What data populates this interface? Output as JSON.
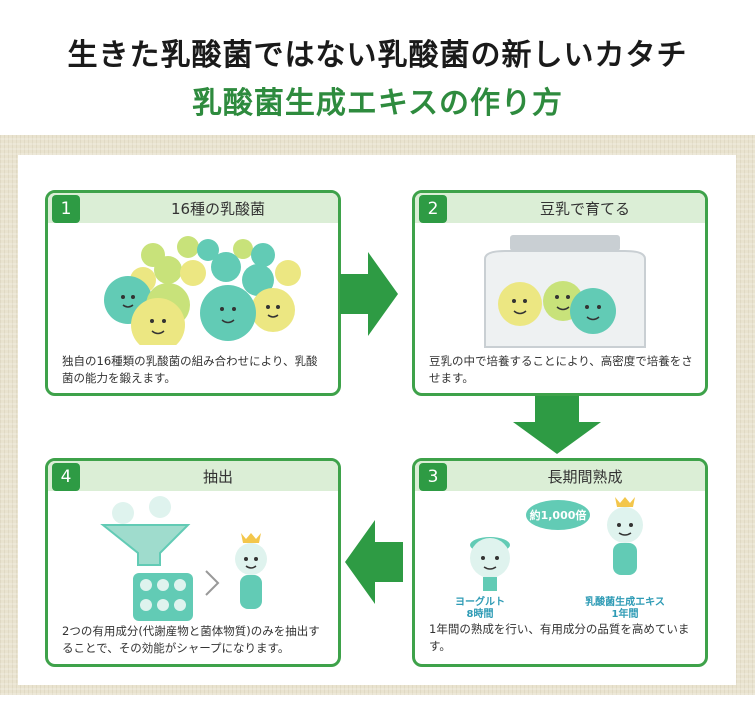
{
  "header": {
    "line1": "生きた乳酸菌ではない乳酸菌の新しいカタチ",
    "line2": "乳酸菌生成エキスの作り方"
  },
  "steps": [
    {
      "num": "1",
      "title": "16種の乳酸菌",
      "desc": "独自の16種類の乳酸菌の組み合わせにより、乳酸菌の能力を鍛えます。"
    },
    {
      "num": "2",
      "title": "豆乳で育てる",
      "desc": "豆乳の中で培養することにより、高密度で培養をさせます。"
    },
    {
      "num": "3",
      "title": "長期間熟成",
      "desc": "1年間の熟成を行い、有用成分の品質を高めています。",
      "callout": "約1,000倍",
      "left_caption_1": "ヨーグルト",
      "left_caption_2": "8時間",
      "right_caption_1": "乳酸菌生成エキス",
      "right_caption_2": "1年間"
    },
    {
      "num": "4",
      "title": "抽出",
      "desc": "2つの有用成分(代謝産物と菌体物質)のみを抽出することで、その効能がシャープになります。"
    }
  ],
  "colors": {
    "green": "#3ea24a",
    "header_green": "#2e8b3e",
    "head_bg": "#dbeed6"
  }
}
